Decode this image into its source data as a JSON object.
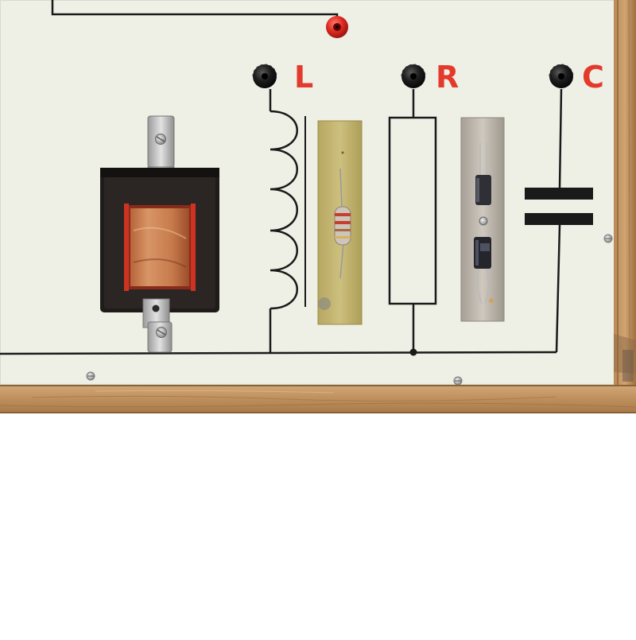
{
  "board": {
    "labels": {
      "inductor": "L",
      "resistor": "R",
      "capacitor": "C"
    },
    "colors": {
      "panel": "#eef0e6",
      "wood": "#c49a6c",
      "wire": "#1a1a1a",
      "label": "#e43a2c",
      "terminal_red": "#e02a22",
      "terminal_black": "#151515"
    }
  }
}
